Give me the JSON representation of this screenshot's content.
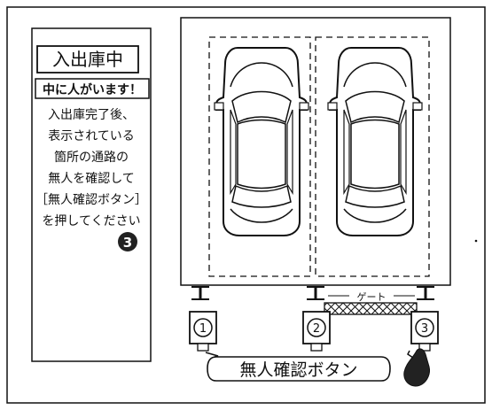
{
  "panel": {
    "title": "入出庫中",
    "warning": "中に人がいます！",
    "instructions": [
      "入出庫完了後、",
      "表示されている",
      "箇所の通路の",
      "無人を確認して",
      "［無人確認ボタン］",
      "を押してください"
    ],
    "step_badge": "3"
  },
  "gate": {
    "label": "ゲート"
  },
  "sensors": [
    {
      "number": "1"
    },
    {
      "number": "2"
    },
    {
      "number": "3"
    }
  ],
  "callout": {
    "label": "無人確認ボタン"
  },
  "colors": {
    "ink": "#111111",
    "paper": "#ffffff",
    "badge": "#222222"
  }
}
